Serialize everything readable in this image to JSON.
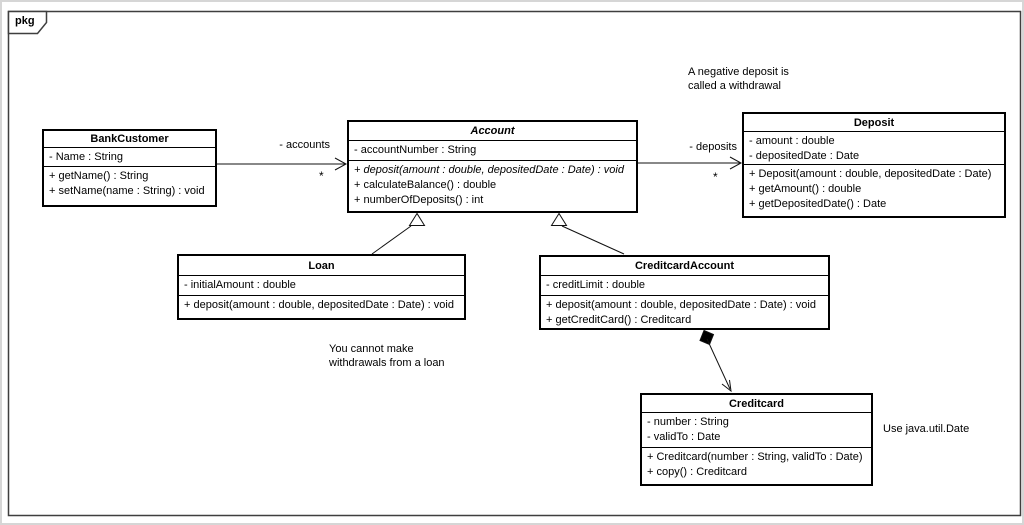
{
  "window": {
    "tab_label": "pkg"
  },
  "classes": {
    "bank_customer": {
      "name": "BankCustomer",
      "attributes": [
        "- Name : String"
      ],
      "methods": [
        "+ getName() : String",
        "+ setName(name : String) : void"
      ]
    },
    "account": {
      "name": "Account",
      "stereotype": "abstract",
      "attributes": [
        "- accountNumber : String"
      ],
      "methods": [
        "+ deposit(amount : double, depositedDate : Date) : void",
        "+ calculateBalance() : double",
        "+ numberOfDeposits() : int"
      ]
    },
    "deposit": {
      "name": "Deposit",
      "attributes": [
        "- amount : double",
        "- depositedDate : Date"
      ],
      "methods": [
        "+ Deposit(amount : double, depositedDate : Date)",
        "+ getAmount() : double",
        "+ getDepositedDate() : Date"
      ]
    },
    "loan": {
      "name": "Loan",
      "attributes": [
        "- initialAmount : double"
      ],
      "methods": [
        "+ deposit(amount : double, depositedDate : Date) : void"
      ]
    },
    "creditcard_account": {
      "name": "CreditcardAccount",
      "attributes": [
        "- creditLimit : double"
      ],
      "methods": [
        "+ deposit(amount : double, depositedDate : Date) : void",
        "+ getCreditCard() : Creditcard"
      ]
    },
    "creditcard": {
      "name": "Creditcard",
      "attributes": [
        "- number : String",
        "- validTo : Date"
      ],
      "methods": [
        "+ Creditcard(number : String, validTo : Date)",
        "+ copy() : Creditcard"
      ]
    }
  },
  "associations": {
    "accounts": {
      "label": "- accounts",
      "multiplicity": "*"
    },
    "deposits": {
      "label": "- deposits",
      "multiplicity": "*"
    }
  },
  "notes": {
    "withdrawal": "A negative deposit is\ncalled a withdrawal",
    "loan_note": "You cannot make\nwithdrawals from a loan",
    "date_note": "Use java.util.Date"
  },
  "colors": {
    "background": "#ffffff",
    "box_border": "#000000",
    "frame_border": "#3f3f3f",
    "text": "#000000"
  }
}
